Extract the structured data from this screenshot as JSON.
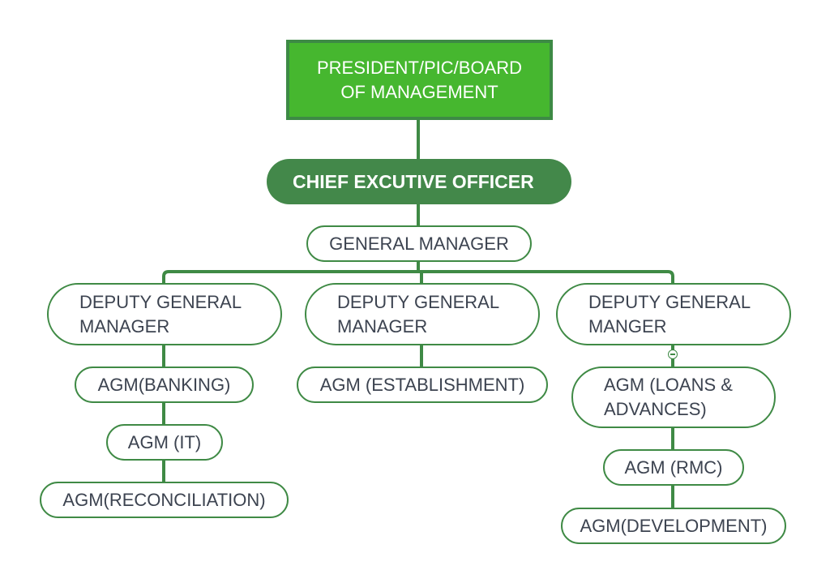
{
  "nodes": {
    "president": [
      "PRESIDENT/PIC/BOARD",
      "OF MANAGEMENT"
    ],
    "ceo": "CHIEF EXCUTIVE OFFICER",
    "gm": "GENERAL MANAGER",
    "dgm1": [
      "DEPUTY GENERAL",
      "MANAGER"
    ],
    "dgm2": [
      "DEPUTY GENERAL",
      "MANAGER"
    ],
    "dgm3": [
      "DEPUTY GENERAL",
      "MANGER"
    ],
    "agm_banking": "AGM(BANKING)",
    "agm_it": "AGM (IT)",
    "agm_reconciliation": "AGM(RECONCILIATION)",
    "agm_establishment": "AGM (ESTABLISHMENT)",
    "agm_loans": [
      "AGM (LOANS &",
      "ADVANCES)"
    ],
    "agm_rmc": "AGM (RMC)",
    "agm_development": "AGM(DEVELOPMENT)"
  },
  "colors": {
    "primary": "#46b72f",
    "dark": "#43884a",
    "border": "#3f8a45",
    "text": "#3c4350"
  }
}
